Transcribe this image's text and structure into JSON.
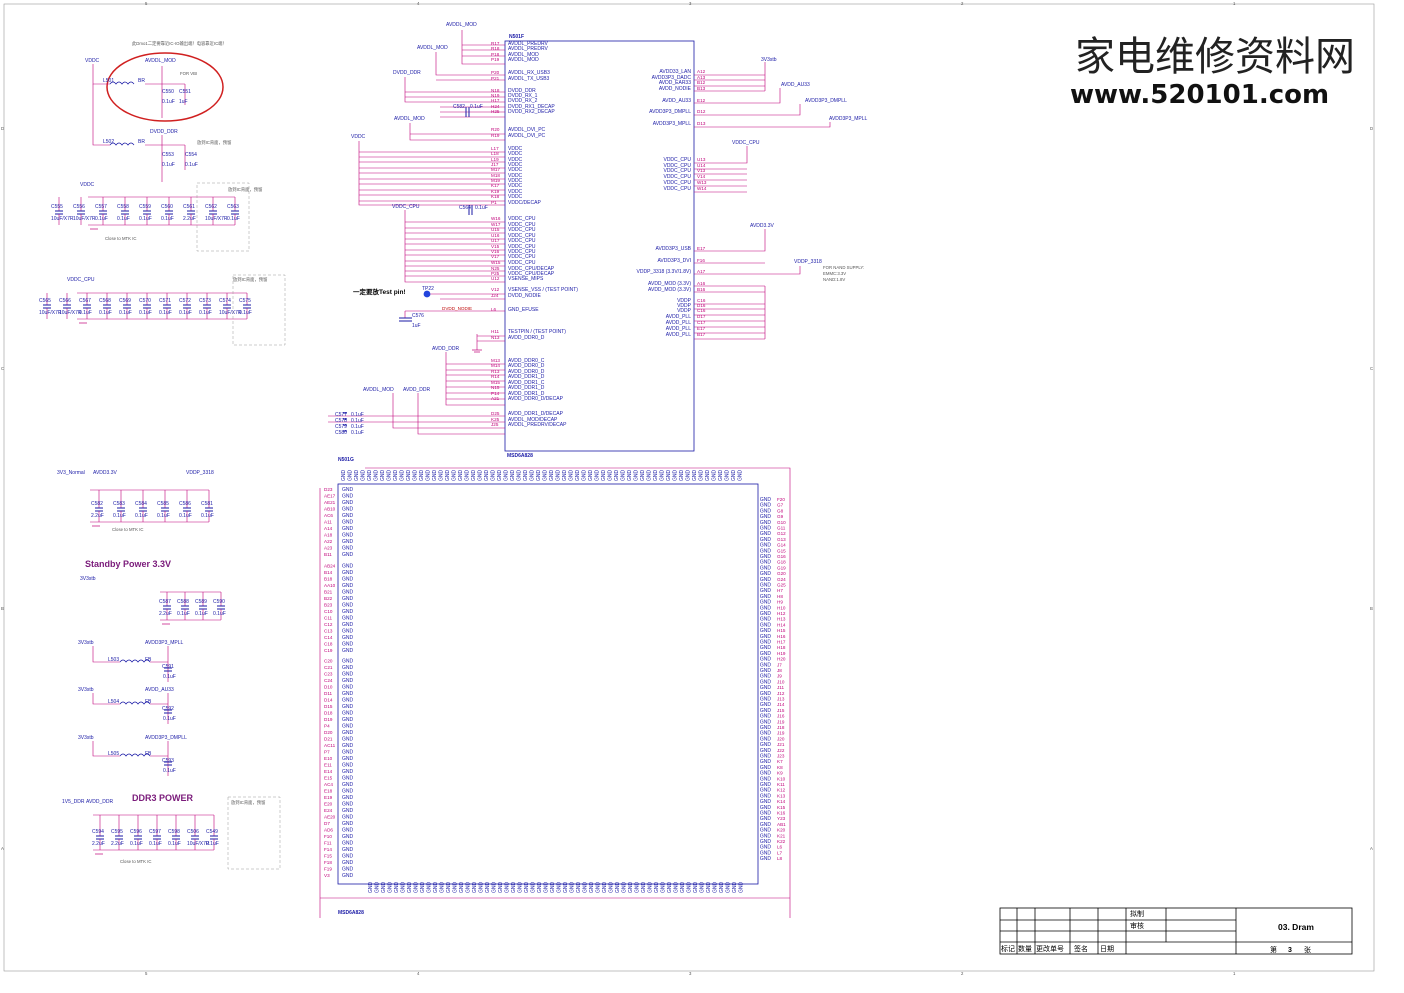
{
  "page": {
    "watermark_cn": "家电维修资料网",
    "watermark_url": "www.520101.com"
  },
  "chip_top": {
    "ref": "N501F",
    "part": "MSD6A828",
    "left_pins": [
      {
        "n": "R17",
        "l": "AVDDL_PREDRV"
      },
      {
        "n": "R18",
        "l": "AVDDL_PREDRV"
      },
      {
        "n": "P18",
        "l": "AVDDL_MOD"
      },
      {
        "n": "P19",
        "l": "AVDDL_MOD"
      },
      {
        "n": "P20",
        "l": "AVDDL_RX_USB3"
      },
      {
        "n": "P21",
        "l": "AVDDL_TX_USB3"
      },
      {
        "n": "N18",
        "l": "DVDD_DDR"
      },
      {
        "n": "N19",
        "l": "DVDD_RX_1"
      },
      {
        "n": "H17",
        "l": "DVDD_RX_2"
      },
      {
        "n": "H24",
        "l": "DVDD_RX1_DECAP"
      },
      {
        "n": "H25",
        "l": "DVDD_RX2_DECAP"
      },
      {
        "n": "R20",
        "l": "AVDDL_DVI_PC"
      },
      {
        "n": "R19",
        "l": "AVDDL_DVI_PC"
      },
      {
        "n": "L17",
        "l": "VDDC"
      },
      {
        "n": "L18",
        "l": "VDDC"
      },
      {
        "n": "L19",
        "l": "VDDC"
      },
      {
        "n": "J17",
        "l": "VDDC"
      },
      {
        "n": "M17",
        "l": "VDDC"
      },
      {
        "n": "M18",
        "l": "VDDC"
      },
      {
        "n": "M19",
        "l": "VDDC"
      },
      {
        "n": "K17",
        "l": "VDDC"
      },
      {
        "n": "K19",
        "l": "VDDC"
      },
      {
        "n": "K18",
        "l": "VDDC"
      },
      {
        "n": "P1",
        "l": "VDDC/DECAP"
      },
      {
        "n": "W16",
        "l": "VDDC_CPU"
      },
      {
        "n": "W17",
        "l": "VDDC_CPU"
      },
      {
        "n": "U15",
        "l": "VDDC_CPU"
      },
      {
        "n": "U16",
        "l": "VDDC_CPU"
      },
      {
        "n": "U17",
        "l": "VDDC_CPU"
      },
      {
        "n": "V15",
        "l": "VDDC_CPU"
      },
      {
        "n": "V16",
        "l": "VDDC_CPU"
      },
      {
        "n": "V17",
        "l": "VDDC_CPU"
      },
      {
        "n": "W15",
        "l": "VDDC_CPU"
      },
      {
        "n": "N25",
        "l": "VDDC_CPU/DECAP"
      },
      {
        "n": "P25",
        "l": "VDDC_CPU/DECAP"
      },
      {
        "n": "U12",
        "l": "VSENSE_MIPS"
      },
      {
        "n": "V12",
        "l": "VSENSE_VSS / (TEST POINT)"
      },
      {
        "n": "J24",
        "l": "DVDD_NODIE"
      },
      {
        "n": "L6",
        "l": "GND_EFUSE"
      },
      {
        "n": "H11",
        "l": "TESTPIN / (TEST POINT)"
      },
      {
        "n": "N13",
        "l": "AVDD_DDR0_D"
      },
      {
        "n": "M13",
        "l": "AVDD_DDR0_C"
      },
      {
        "n": "M14",
        "l": "AVDD_DDR0_D"
      },
      {
        "n": "R13",
        "l": "AVDD_DDR0_D"
      },
      {
        "n": "R14",
        "l": "AVDD_DDR1_D"
      },
      {
        "n": "M15",
        "l": "AVDD_DDR1_C"
      },
      {
        "n": "N15",
        "l": "AVDD_DDR1_D"
      },
      {
        "n": "P14",
        "l": "AVDD_DDR1_D"
      },
      {
        "n": "A21",
        "l": "AVDD_DDR0_D/DECAP"
      },
      {
        "n": "D25",
        "l": "AVDD_DDR1_D/DECAP"
      },
      {
        "n": "K25",
        "l": "AVDDL_MOD/DECAP"
      },
      {
        "n": "J25",
        "l": "AVDDL_PREDRV/DECAP"
      }
    ],
    "right_pins": [
      {
        "n": "A12",
        "l": "AVDD33_LAN"
      },
      {
        "n": "A13",
        "l": "AVDD3P3_DADC"
      },
      {
        "n": "B12",
        "l": "AVDD_EAR33"
      },
      {
        "n": "B13",
        "l": "AVDD_NODIE"
      },
      {
        "n": "E12",
        "l": "AVDD_AU33"
      },
      {
        "n": "D12",
        "l": "AVDD3P3_DMPLL"
      },
      {
        "n": "D13",
        "l": "AVDD3P3_MPLL"
      },
      {
        "n": "U13",
        "l": "VDDC_CPU"
      },
      {
        "n": "U14",
        "l": "VDDC_CPU"
      },
      {
        "n": "V13",
        "l": "VDDC_CPU"
      },
      {
        "n": "V14",
        "l": "VDDC_CPU"
      },
      {
        "n": "W13",
        "l": "VDDC_CPU"
      },
      {
        "n": "W14",
        "l": "VDDC_CPU"
      },
      {
        "n": "E17",
        "l": "AVDD3P3_USB"
      },
      {
        "n": "F16",
        "l": "AVDD3P3_DVI"
      },
      {
        "n": "A17",
        "l": "VDDP_3318 (3.3V/1.8V)"
      },
      {
        "n": "A16",
        "l": "AVDD_MOD (3.3V)"
      },
      {
        "n": "B16",
        "l": "AVDD_MOD (3.3V)"
      },
      {
        "n": "C16",
        "l": "VDDP"
      },
      {
        "n": "D16",
        "l": "VDDP"
      },
      {
        "n": "C16",
        "l": "VDDP"
      },
      {
        "n": "D17",
        "l": "AVDD_PLL"
      },
      {
        "n": "C17",
        "l": "AVDD_PLL"
      },
      {
        "n": "E17",
        "l": "AVDD_PLL"
      },
      {
        "n": "B17",
        "l": "AVDD_PLL"
      }
    ],
    "labels": {
      "avddl_mod": "AVDDL_MOD",
      "avddl_mod2": "AVDDL_MOD",
      "dvdd_ddr": "DVDD_DDR",
      "avddl_mod3": "AVDDL_MOD",
      "vddc": "VDDC",
      "vddc_cpu": "VDDC_CPU",
      "test_note": "一定要放Test pin!",
      "tp": "TP22",
      "dvdd_nodie": "DVDD_NODIE",
      "c576": "C576",
      "c576v": "1uF",
      "avdd_ddr": "AVDD_DDR",
      "avddl_mod4": "AVDDL_MOD",
      "avdd_ddr2": "AVDD_DDR",
      "c582": "C582",
      "c582v": "0.1uF",
      "c564": "C564",
      "c564v": "0.1uF"
    },
    "decaps": [
      {
        "r": "C577",
        "v": "0.1uF"
      },
      {
        "r": "C578",
        "v": "0.1uF"
      },
      {
        "r": "C579",
        "v": "0.1uF"
      },
      {
        "r": "C580",
        "v": "0.1uF"
      }
    ],
    "right_nets": {
      "v3stb": "3V3stb",
      "avdd_au33": "AVDD_AU33",
      "avdd3p3_dmpll": "AVDD3P3_DMPLL",
      "avdd3p3_mpll": "AVDD3P3_MPLL",
      "vddc_cpu": "VDDC_CPU",
      "avdd33v": "AVDD3.3V",
      "vddp_3318": "VDDP_3318",
      "note1": "FOR NAND SUPPLY:",
      "note2": "EMMC:3.3V",
      "note3": "NAND:1.8V"
    }
  },
  "chip_gnd": {
    "ref": "N501G",
    "part": "MSD6A828",
    "gnd": "GND",
    "left_pins": [
      "D23",
      "AE17",
      "AE21",
      "AB10",
      "AC6",
      "A11",
      "A14",
      "A18",
      "A22",
      "A23",
      "B11",
      "AB24",
      "B14",
      "B18",
      "AA10",
      "B21",
      "B22",
      "B23",
      "C10",
      "C11",
      "C12",
      "C13",
      "C14",
      "C18",
      "C19",
      "C20",
      "C21",
      "C23",
      "C24",
      "D10",
      "D11",
      "D14",
      "D15",
      "D18",
      "D19",
      "P4",
      "D20",
      "D21",
      "AC11",
      "P7",
      "E10",
      "E11",
      "E14",
      "E15",
      "AC4",
      "E18",
      "E19",
      "E20",
      "E24",
      "AE20",
      "D7",
      "AD6",
      "F10",
      "F11",
      "F14",
      "F15",
      "F18",
      "F19",
      "V3"
    ],
    "right_pins": [
      "F20",
      "G7",
      "G8",
      "G9",
      "G10",
      "G11",
      "G12",
      "G13",
      "G14",
      "G15",
      "G16",
      "G18",
      "G19",
      "G20",
      "G24",
      "G25",
      "H7",
      "H8",
      "H9",
      "H10",
      "H12",
      "H13",
      "H14",
      "H15",
      "H16",
      "H17",
      "H18",
      "H19",
      "H20",
      "J7",
      "J8",
      "J9",
      "J10",
      "J11",
      "J12",
      "J13",
      "J14",
      "J15",
      "J16",
      "J19",
      "J18",
      "J19",
      "J20",
      "J21",
      "J22",
      "J23",
      "K7",
      "K8",
      "K9",
      "K10",
      "K11",
      "K12",
      "K13",
      "K14",
      "K15",
      "K16",
      "Y23",
      "AB1",
      "K20",
      "K21",
      "K22",
      "L6",
      "L7",
      "L8"
    ]
  },
  "left_circuits": {
    "ddr_note": "此Dmo1二定要靠近IC-IO输出端！电容靠近IC端！",
    "avddl_mod": "AVDDL_MOD",
    "for_vbi": "FOR VBI",
    "vddc": "VDDC",
    "l501": "L501",
    "l501v": "BR",
    "c550": "C550",
    "c550v": "0.1uF",
    "c551": "C551",
    "c551v": "1uF",
    "dvdd_ddr": "DVDD_DDR",
    "l502": "L502",
    "l502v": "BR",
    "c553": "C553",
    "c553v": "0.1uF",
    "c554": "C554",
    "c554v": "0.1uF",
    "ic_note": "放到IC背面，预留",
    "vddc2": "VDDC",
    "close_mtk": "Close to MTK IC",
    "back_note": "放到IC背面，预留",
    "vddc_caps": [
      {
        "r": "C555",
        "v": "10uF/X7R"
      },
      {
        "r": "C556",
        "v": "10uF/X7R"
      },
      {
        "r": "C557",
        "v": "0.1uF"
      },
      {
        "r": "C558",
        "v": "0.1uF"
      },
      {
        "r": "C559",
        "v": "0.1uF"
      },
      {
        "r": "C560",
        "v": "0.1uF"
      },
      {
        "r": "C561",
        "v": "2.2uF"
      },
      {
        "r": "C562",
        "v": "10uF/X7R"
      },
      {
        "r": "C563",
        "v": "0.1uF"
      }
    ],
    "vddc_cpu": "VDDC_CPU",
    "cpu_note": "放到IC背面，预留",
    "cpu_caps": [
      {
        "r": "C565",
        "v": "10uF/X7R"
      },
      {
        "r": "C566",
        "v": "10uF/X7R"
      },
      {
        "r": "C567",
        "v": "0.1uF"
      },
      {
        "r": "C568",
        "v": "0.1uF"
      },
      {
        "r": "C569",
        "v": "0.1uF"
      },
      {
        "r": "C570",
        "v": "0.1uF"
      },
      {
        "r": "C571",
        "v": "0.1uF"
      },
      {
        "r": "C572",
        "v": "0.1uF"
      },
      {
        "r": "C573",
        "v": "0.1uF"
      },
      {
        "r": "C574",
        "v": "10uF/X7R"
      },
      {
        "r": "C575",
        "v": "0.1uF"
      }
    ],
    "v3n": "3V3_Normal",
    "avdd33": "AVDD3.3V",
    "vddp3318": "VDDP_3318",
    "close_mtk2": "Close to MTK IC",
    "aud_caps": [
      {
        "r": "C582",
        "v": "2.2uF"
      },
      {
        "r": "C583",
        "v": "0.1uF"
      },
      {
        "r": "C584",
        "v": "0.1uF"
      },
      {
        "r": "C585",
        "v": "0.1uF"
      },
      {
        "r": "C586",
        "v": "0.1uF"
      },
      {
        "r": "C581",
        "v": "0.1uF"
      }
    ],
    "standby_title": "Standby Power 3.3V",
    "v3stb": "3V3stb",
    "stb_caps": [
      {
        "r": "C587",
        "v": "2.2uF"
      },
      {
        "r": "C588",
        "v": "0.1uF"
      },
      {
        "r": "C589",
        "v": "0.1uF"
      },
      {
        "r": "C590",
        "v": "0.1uF"
      }
    ],
    "v3stb2": "3V3stb",
    "avdd3p3_mpll": "AVDD3P3_MPLL",
    "l503": "L503",
    "fb": "FB",
    "c591": "C591",
    "c591v": "0.1uF",
    "v3stb3": "3V3stb",
    "avdd_au33": "AVDD_AU33",
    "l504": "L504",
    "fb2": "FB",
    "c592": "C592",
    "c592v": "0.1uF",
    "v3stb4": "3V3stb",
    "avdd3p3_dmpll": "AVDD3P3_DMPLL",
    "l505": "L505",
    "fb3": "FB",
    "c593": "C593",
    "c593v": "0.1uF",
    "ddr3_title": "DDR3 POWER",
    "v1v5": "1V5_DDR",
    "avdd_ddr": "AVDD_DDR",
    "ddr_back": "放到IC背面，预留",
    "ddr_caps": [
      {
        "r": "C594",
        "v": "2.2uF"
      },
      {
        "r": "C595",
        "v": "2.2uF"
      },
      {
        "r": "C596",
        "v": "0.1uF"
      },
      {
        "r": "C597",
        "v": "0.1uF"
      },
      {
        "r": "C598",
        "v": "0.1uF"
      },
      {
        "r": "C506",
        "v": "10uF/X7R"
      },
      {
        "r": "C549",
        "v": "0.1uF"
      }
    ],
    "close_mtk3": "Close to MTK IC"
  },
  "title_block": {
    "r1": "拟制",
    "r2": "审核",
    "title": "03. Dram",
    "h1": "标记",
    "h2": "数量",
    "h3": "更改单号",
    "h4": "签名",
    "h5": "日期",
    "sheet_pre": "第",
    "sheet_no": "3",
    "sheet_post": "张"
  },
  "frame": {
    "cols": [
      "5",
      "4",
      "3",
      "2",
      "1"
    ],
    "rows": [
      "D",
      "C",
      "B",
      "A"
    ]
  }
}
